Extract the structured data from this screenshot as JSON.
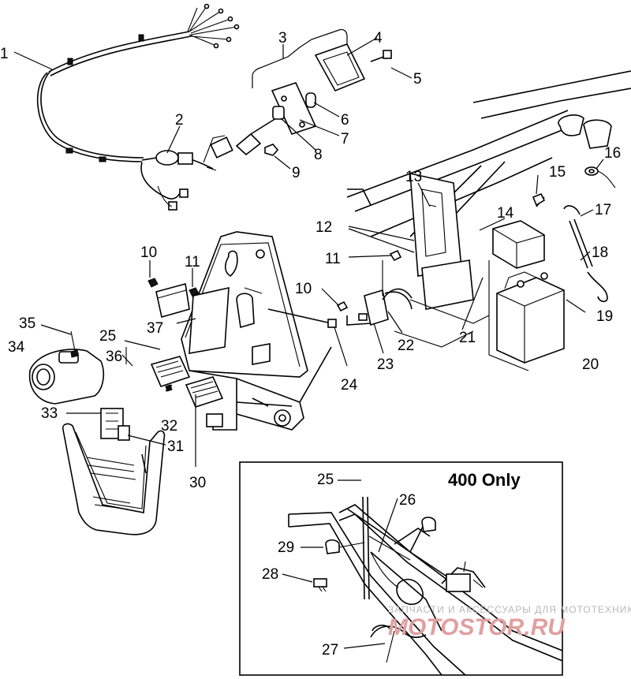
{
  "inset": {
    "title": "400 Only"
  },
  "watermark": {
    "line1": "ЗАПЧАСТИ И АКСЕССУАРЫ ДЛЯ МОТОТЕХНИКИ",
    "line2": "MOTOSTOR.RU"
  },
  "callouts": [
    "1",
    "2",
    "3",
    "4",
    "5",
    "6",
    "7",
    "8",
    "9",
    "10",
    "11",
    "12",
    "13",
    "14",
    "15",
    "16",
    "17",
    "18",
    "19",
    "20",
    "21",
    "22",
    "23",
    "24",
    "25",
    "26",
    "27",
    "28",
    "29",
    "30",
    "31",
    "32",
    "33",
    "34",
    "35",
    "36",
    "37"
  ],
  "labels": {
    "l1": "1",
    "l2": "2",
    "l3": "3",
    "l4": "4",
    "l5": "5",
    "l6": "6",
    "l7": "7",
    "l8": "8",
    "l9": "9",
    "l10a": "10",
    "l10b": "10",
    "l11a": "11",
    "l11b": "11",
    "l12": "12",
    "l13": "13",
    "l14": "14",
    "l15": "15",
    "l16": "16",
    "l17": "17",
    "l18": "18",
    "l19": "19",
    "l20": "20",
    "l21": "21",
    "l22": "22",
    "l23": "23",
    "l24": "24",
    "l25a": "25",
    "l25b": "25",
    "l26": "26",
    "l27": "27",
    "l28": "28",
    "l29": "29",
    "l30": "30",
    "l31": "31",
    "l32": "32",
    "l33": "33",
    "l34": "34",
    "l35": "35",
    "l36": "36",
    "l37": "37"
  }
}
